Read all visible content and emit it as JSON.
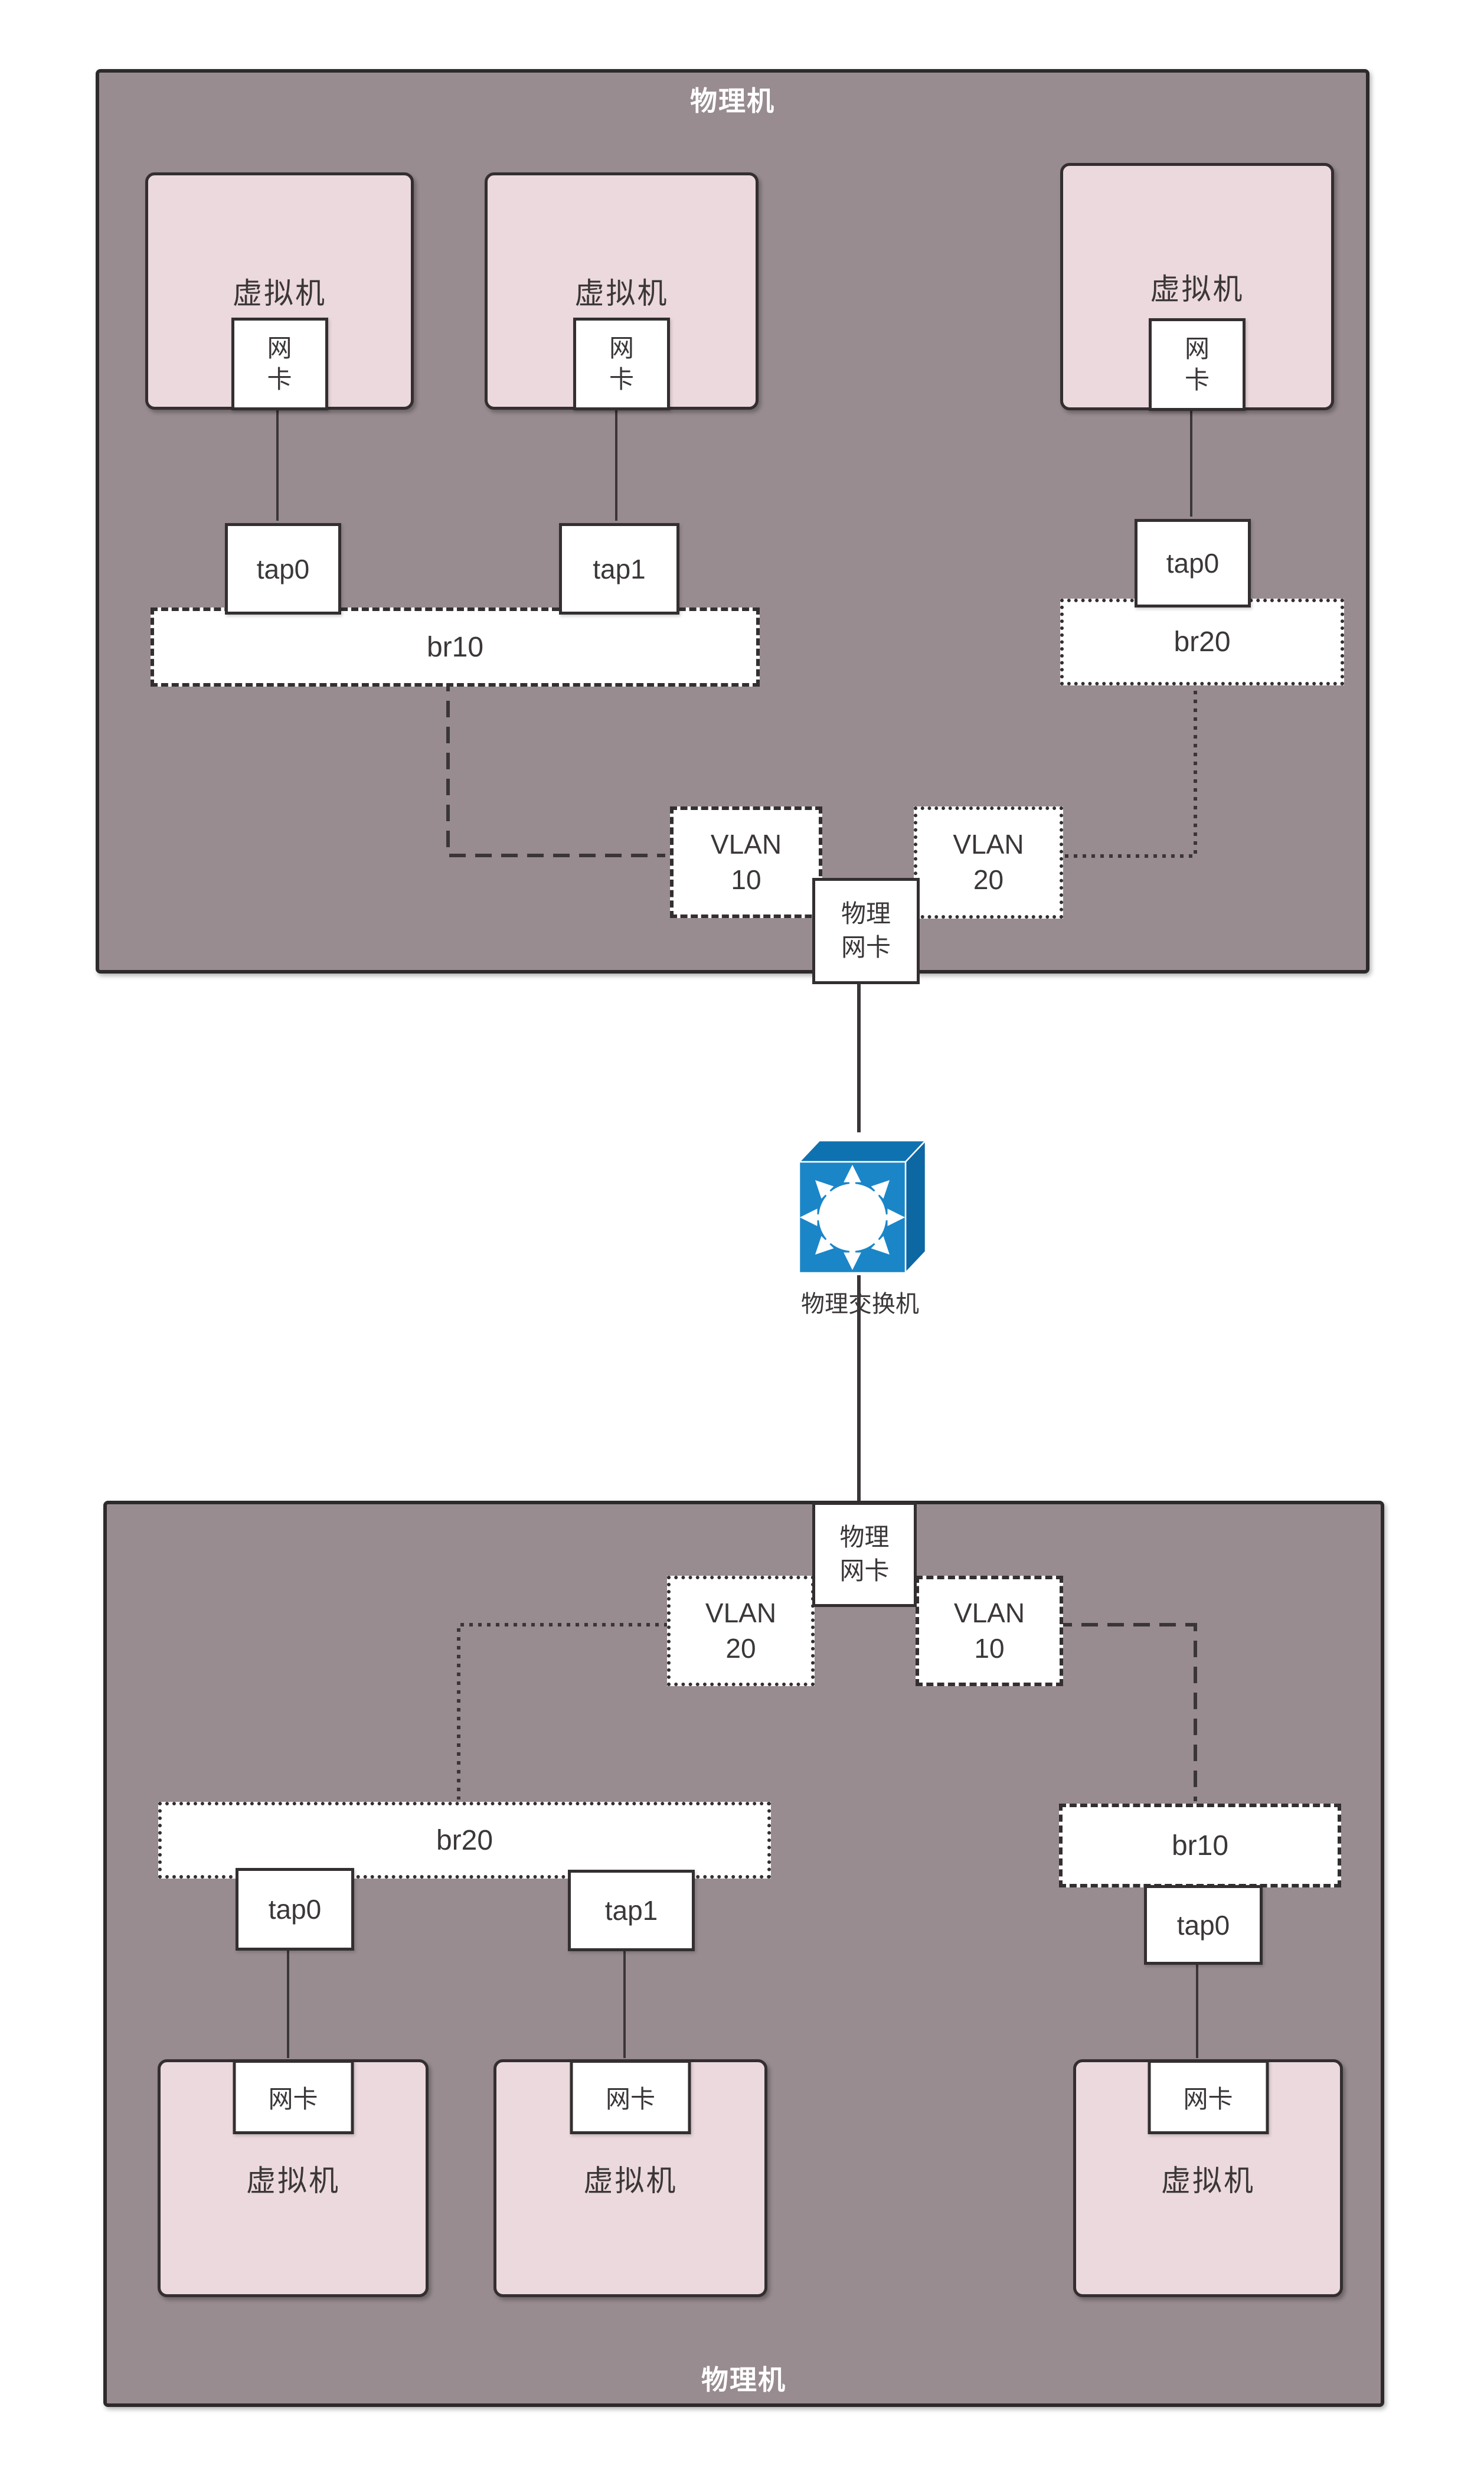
{
  "top_machine": {
    "title": "物理机",
    "vms": [
      {
        "label": "虚拟机",
        "nic": "网\n卡"
      },
      {
        "label": "虚拟机",
        "nic": "网\n卡"
      },
      {
        "label": "虚拟机",
        "nic": "网\n卡"
      }
    ],
    "taps": [
      "tap0",
      "tap1",
      "tap0"
    ],
    "bridge_left": "br10",
    "bridge_right": "br20",
    "vlan_left": "VLAN\n10",
    "vlan_right": "VLAN\n20",
    "phys_nic": "物理\n网卡"
  },
  "switch": {
    "label": "物理交换机"
  },
  "bottom_machine": {
    "title": "物理机",
    "phys_nic": "物理\n网卡",
    "vlan_left": "VLAN\n20",
    "vlan_right": "VLAN\n10",
    "bridge_left": "br20",
    "bridge_right": "br10",
    "taps": [
      "tap0",
      "tap1",
      "tap0"
    ],
    "vms": [
      {
        "label": "虚拟机",
        "nic": "网卡"
      },
      {
        "label": "虚拟机",
        "nic": "网卡"
      },
      {
        "label": "虚拟机",
        "nic": "网卡"
      }
    ]
  },
  "colors": {
    "machine_bg": "#988c90",
    "machine_border": "#2d2a2b",
    "vm_bg": "#ecd9dd",
    "box_border": "#332f30",
    "line": "#3a3637",
    "title_text": "#ffffff",
    "label_text": "#3b3738",
    "switch_front": "#1a86c8",
    "switch_top": "#0f72b0",
    "switch_side": "#0d67a3"
  }
}
